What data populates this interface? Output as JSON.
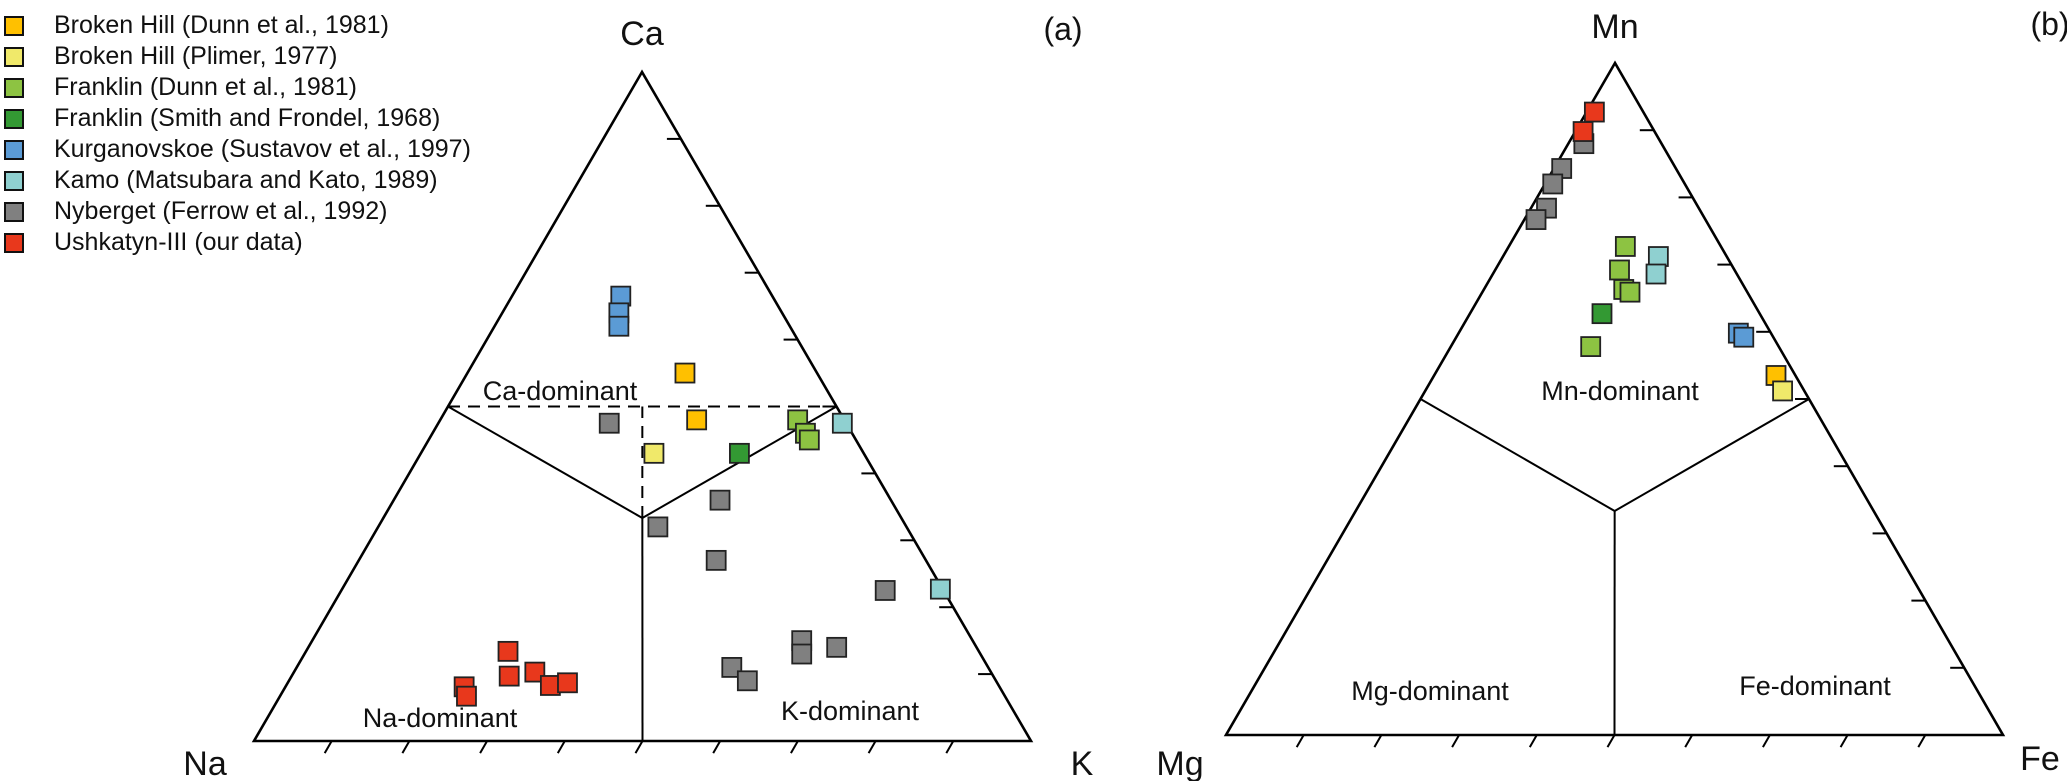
{
  "legend": [
    {
      "name": "Broken Hill (Dunn et al., 1981)",
      "color": "#FFC000"
    },
    {
      "name": "Broken Hill (Plimer, 1977)",
      "color": "#F0E96A"
    },
    {
      "name": "Franklin (Dunn et al., 1981)",
      "color": "#8DC342"
    },
    {
      "name": "Franklin (Smith and Frondel, 1968)",
      "color": "#339933"
    },
    {
      "name": "Kurganovskoe (Sustavov et al., 1997)",
      "color": "#5B9BD5"
    },
    {
      "name": "Kamo (Matsubara and Kato, 1989)",
      "color": "#8FD0D0"
    },
    {
      "name": "Nyberget (Ferrow et al., 1992)",
      "color": "#808080"
    },
    {
      "name": "Ushkatyn-III (our data)",
      "color": "#E8381C"
    }
  ],
  "chart_data": [
    {
      "type": "scatter",
      "subtype": "ternary",
      "panel_label": "(a)",
      "apices": {
        "top": "Ca",
        "left": "Na",
        "right": "K"
      },
      "regions": [
        "Ca-dominant",
        "Na-dominant",
        "K-dominant"
      ],
      "tick_interval": 0.1,
      "series": [
        {
          "name": "Broken Hill (Dunn et al., 1981)",
          "points": [
            [
              0.55,
              0.17,
              0.28
            ],
            [
              0.48,
              0.19,
              0.33
            ]
          ]
        },
        {
          "name": "Broken Hill (Plimer, 1977)",
          "points": [
            [
              0.43,
              0.27,
              0.3
            ]
          ]
        },
        {
          "name": "Franklin (Dunn et al., 1981)",
          "points": [
            [
              0.48,
              0.06,
              0.46
            ],
            [
              0.46,
              0.06,
              0.48
            ],
            [
              0.45,
              0.06,
              0.49
            ]
          ]
        },
        {
          "name": "Franklin (Smith and Frondel, 1968)",
          "points": [
            [
              0.43,
              0.16,
              0.41
            ]
          ]
        },
        {
          "name": "Kurganovskoe (Sustavov et al., 1997)",
          "points": [
            [
              0.665,
              0.195,
              0.14
            ],
            [
              0.64,
              0.21,
              0.15
            ],
            [
              0.62,
              0.22,
              0.16
            ]
          ]
        },
        {
          "name": "Kamo (Matsubara and Kato, 1989)",
          "points": [
            [
              0.475,
              0.005,
              0.52
            ],
            [
              0.227,
              0.003,
              0.77
            ]
          ]
        },
        {
          "name": "Nyberget (Ferrow et al., 1992)",
          "points": [
            [
              0.475,
              0.305,
              0.22
            ],
            [
              0.32,
              0.32,
              0.36
            ],
            [
              0.36,
              0.22,
              0.42
            ],
            [
              0.27,
              0.27,
              0.46
            ],
            [
              0.225,
              0.075,
              0.7
            ],
            [
              0.15,
              0.22,
              0.63
            ],
            [
              0.13,
              0.23,
              0.64
            ],
            [
              0.14,
              0.18,
              0.68
            ],
            [
              0.11,
              0.33,
              0.56
            ],
            [
              0.09,
              0.32,
              0.59
            ]
          ]
        },
        {
          "name": "Ushkatyn-III (our data)",
          "points": [
            [
              0.134,
              0.606,
              0.26
            ],
            [
              0.097,
              0.623,
              0.28
            ],
            [
              0.103,
              0.587,
              0.31
            ],
            [
              0.083,
              0.577,
              0.34
            ],
            [
              0.087,
              0.553,
              0.36
            ],
            [
              0.081,
              0.689,
              0.23
            ],
            [
              0.067,
              0.693,
              0.24
            ]
          ]
        }
      ]
    },
    {
      "type": "scatter",
      "subtype": "ternary",
      "panel_label": "(b)",
      "apices": {
        "top": "Mn",
        "left": "Mg",
        "right": "Fe"
      },
      "regions": [
        "Mn-dominant",
        "Mg-dominant",
        "Fe-dominant"
      ],
      "tick_interval": 0.1,
      "series": [
        {
          "name": "Broken Hill (Dunn et al., 1981)",
          "points": [
            [
              0.535,
              0.025,
              0.44
            ]
          ]
        },
        {
          "name": "Broken Hill (Plimer, 1977)",
          "points": [
            [
              0.512,
              0.028,
              0.46
            ]
          ]
        },
        {
          "name": "Franklin (Dunn et al., 1981)",
          "points": [
            [
              0.727,
              0.123,
              0.15
            ],
            [
              0.692,
              0.148,
              0.16
            ],
            [
              0.663,
              0.157,
              0.18
            ],
            [
              0.659,
              0.151,
              0.19
            ],
            [
              0.578,
              0.242,
              0.18
            ]
          ]
        },
        {
          "name": "Franklin (Smith and Frondel, 1968)",
          "points": [
            [
              0.627,
              0.203,
              0.17
            ]
          ]
        },
        {
          "name": "Kurganovskoe (Sustavov et al., 1997)",
          "points": [
            [
              0.598,
              0.042,
              0.36
            ],
            [
              0.592,
              0.038,
              0.37
            ]
          ]
        },
        {
          "name": "Kamo (Matsubara and Kato, 1989)",
          "points": [
            [
              0.712,
              0.088,
              0.2
            ],
            [
              0.686,
              0.104,
              0.21
            ]
          ]
        },
        {
          "name": "Nyberget (Ferrow et al., 1992)",
          "points": [
            [
              0.88,
              0.1,
              0.02
            ],
            [
              0.843,
              0.147,
              0.01
            ],
            [
              0.82,
              0.17,
              0.01
            ],
            [
              0.784,
              0.196,
              0.02
            ],
            [
              0.767,
              0.218,
              0.015
            ]
          ]
        },
        {
          "name": "Ushkatyn-III (our data)",
          "points": [
            [
              0.927,
              0.063,
              0.01
            ],
            [
              0.898,
              0.092,
              0.01
            ]
          ]
        }
      ]
    }
  ]
}
